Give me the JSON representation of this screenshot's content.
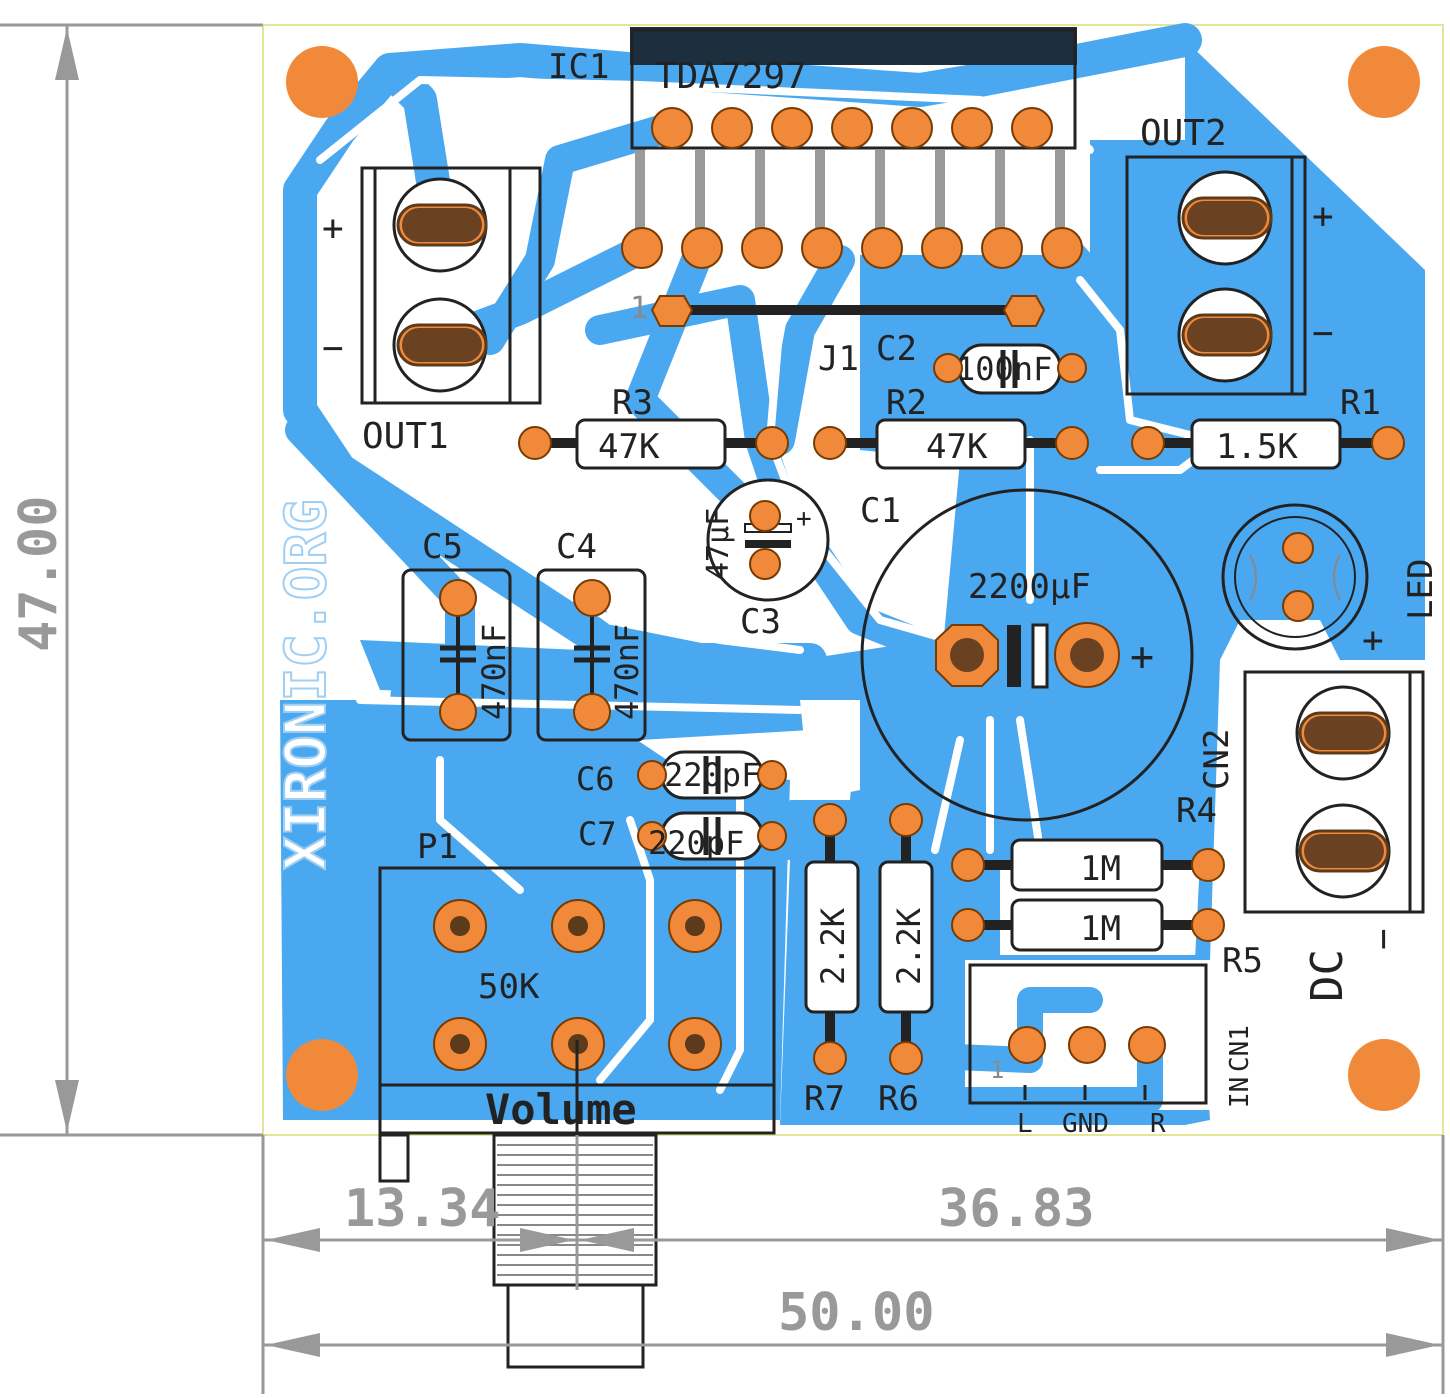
{
  "board": {
    "watermark": "XIRONIC.ORG",
    "colors": {
      "copper": "#4aa8f0",
      "pad": "#f0893a",
      "silk": "#222222",
      "dimension": "#999999",
      "mounting_hole": "#f0893a"
    }
  },
  "ic": {
    "ref": "IC1",
    "part": "TDA7297",
    "pin1_mark": "1"
  },
  "jumper": {
    "ref": "J1"
  },
  "outputs": {
    "out1": {
      "ref": "OUT1",
      "plus": "+",
      "minus": "−"
    },
    "out2": {
      "ref": "OUT2",
      "plus": "+",
      "minus": "−"
    }
  },
  "resistors": {
    "r1": {
      "ref": "R1",
      "value": "1.5K"
    },
    "r2": {
      "ref": "R2",
      "value": "47K"
    },
    "r3": {
      "ref": "R3",
      "value": "47K"
    },
    "r4": {
      "ref": "R4",
      "value": "1M"
    },
    "r5": {
      "ref": "R5",
      "value": "1M"
    },
    "r6": {
      "ref": "R6",
      "value": "2.2K"
    },
    "r7": {
      "ref": "R7",
      "value": "2.2K"
    }
  },
  "capacitors": {
    "c1": {
      "ref": "C1",
      "value": "2200µF",
      "plus": "+"
    },
    "c2": {
      "ref": "C2",
      "value": "100nF"
    },
    "c3": {
      "ref": "C3",
      "value": "47µF",
      "plus": "+"
    },
    "c4": {
      "ref": "C4",
      "value": "470nF"
    },
    "c5": {
      "ref": "C5",
      "value": "470nF"
    },
    "c6": {
      "ref": "C6",
      "value": "220pF"
    },
    "c7": {
      "ref": "C7",
      "value": "220pF"
    }
  },
  "led": {
    "ref": "LED",
    "plus": "+"
  },
  "dc": {
    "ref": "CN2",
    "label": "DC",
    "plus": "+",
    "minus": "−"
  },
  "input": {
    "ref": "CN1",
    "prefix": "IN",
    "pin1": "1",
    "left": "L",
    "gnd": "GND",
    "right": "R"
  },
  "pot": {
    "ref": "P1",
    "value": "50K",
    "label": "Volume"
  },
  "dimensions": {
    "height": "47.00",
    "width": "50.00",
    "offset_left": "13.34",
    "offset_right": "36.83"
  }
}
